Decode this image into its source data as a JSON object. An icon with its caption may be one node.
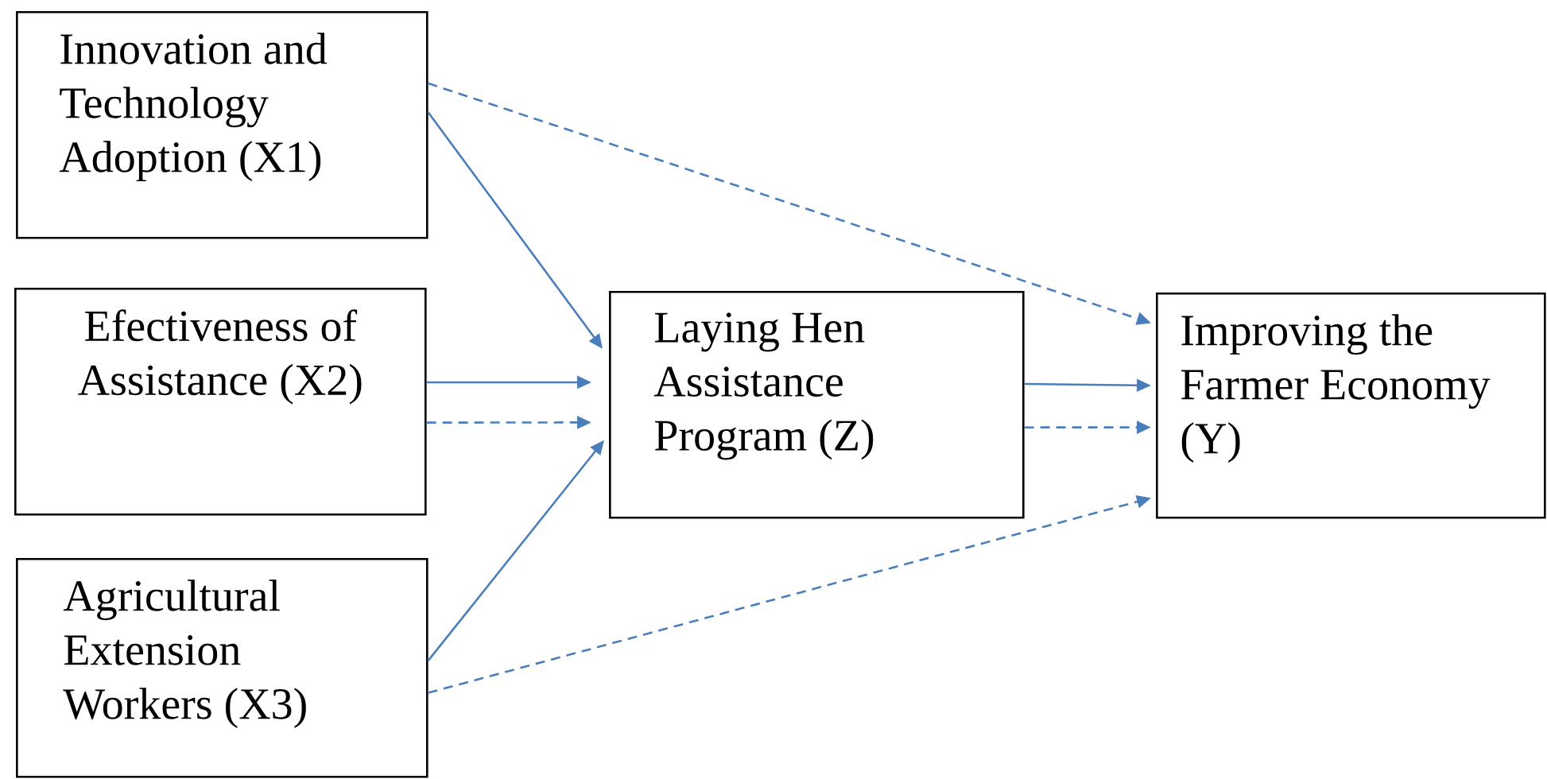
{
  "diagram": {
    "nodes": [
      {
        "text": [
          "Innovation and Technology Adoption (X1)"
        ]
      },
      {
        "text": [
          "Efectiveness of Assistance (X2)"
        ]
      },
      {
        "text": [
          "Agricultural Extension Workers (X3)"
        ]
      },
      {
        "text": [
          "Laying Hen Assistance Program (Z)"
        ]
      },
      {
        "text": [
          "Improving the Farmer Economy (Y)"
        ]
      }
    ],
    "edges": [
      {
        "from": 0,
        "to": 4,
        "arrow": "to",
        "style": "dashed"
      },
      {
        "from": 0,
        "to": 3,
        "arrow": "to"
      },
      {
        "from": 1,
        "to": 3,
        "arrow": "to"
      },
      {
        "from": 1,
        "to": 3,
        "arrow": "to",
        "style": "dashed"
      },
      {
        "from": 3,
        "to": 4,
        "arrow": "to"
      },
      {
        "from": 3,
        "to": 4,
        "arrow": "to",
        "style": "dashed"
      },
      {
        "from": 2,
        "to": 3,
        "arrow": "to"
      },
      {
        "from": 2,
        "to": 4,
        "arrow": "to",
        "style": "dashed"
      }
    ]
  }
}
